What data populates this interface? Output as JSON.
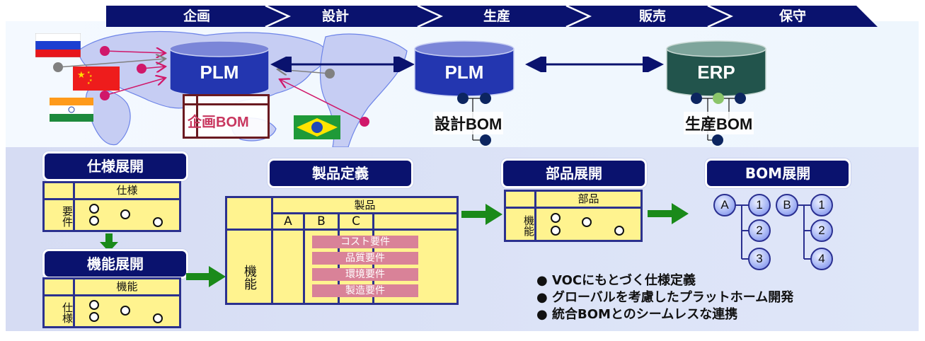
{
  "phases": [
    "企画",
    "設計",
    "生産",
    "販売",
    "保守"
  ],
  "colors": {
    "phase_band": "#0a126e",
    "plm_db": "#2336b0",
    "erp_db": "#22544c",
    "pill": "#0a126e",
    "matrix_cell": "#fff38f",
    "matrix_border": "#2b318e",
    "requirement_bar": "#d98298",
    "flow_arrow": "#1a8a1a",
    "link_arrow": "#0a126e",
    "region_pink": "#d0186a",
    "region_gray": "#808080"
  },
  "systems": {
    "plm_global": {
      "label": "PLM",
      "bom": "企画BOM"
    },
    "plm_design": {
      "label": "PLM",
      "bom": "設計BOM"
    },
    "erp": {
      "label": "ERP",
      "bom": "生産BOM"
    }
  },
  "flags": [
    "russia-flag",
    "china-flag",
    "india-flag",
    "brazil-flag"
  ],
  "spec_deploy": {
    "title": "仕様展開",
    "col_header": "仕様",
    "row_header": "要件"
  },
  "func_deploy": {
    "title": "機能展開",
    "col_header": "機能",
    "row_header": "仕様"
  },
  "product_def": {
    "title": "製品定義",
    "col_header": "製品",
    "row_header": "機能",
    "products": [
      "A",
      "B",
      "C"
    ],
    "requirements": [
      "コスト要件",
      "品質要件",
      "環境要件",
      "製造要件"
    ]
  },
  "part_deploy": {
    "title": "部品展開",
    "col_header": "部品",
    "row_header": "機能"
  },
  "bom_deploy": {
    "title": "BOM展開",
    "trees": [
      {
        "root": "A",
        "children": [
          "1",
          "2",
          "3"
        ]
      },
      {
        "root": "B",
        "children": [
          "1",
          "2",
          "4"
        ]
      }
    ]
  },
  "bullets": [
    "VOCにもとづく仕様定義",
    "グローバルを考慮したプラットホーム開発",
    "統合BOMとのシームレスな連携"
  ]
}
